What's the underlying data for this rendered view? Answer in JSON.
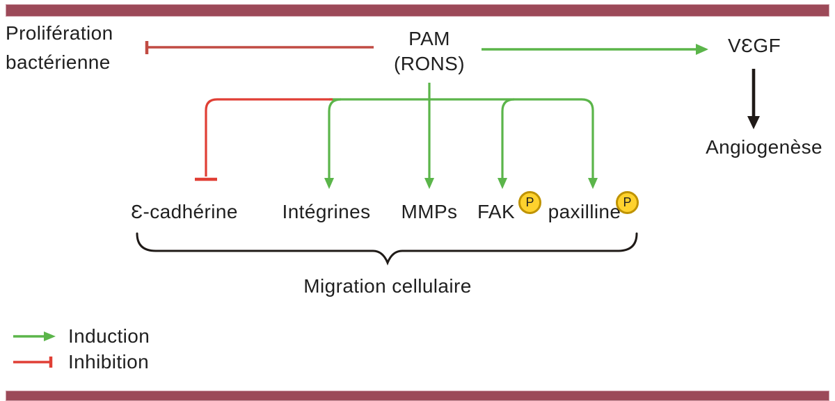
{
  "diagram": {
    "nodes": {
      "proliferation_line1": "Prolifération",
      "proliferation_line2": "bactérienne",
      "pam_line1": "PAM",
      "pam_line2": "(RONS)",
      "vegf": "VƐGF",
      "angiogenese": "Angiogenèse",
      "targets": [
        "Ɛ-cadhérine",
        "Intégrines",
        "MMPs",
        "FAK",
        "paxilline"
      ],
      "phospho_badge": "P",
      "migration": "Migration cellulaire"
    },
    "legend": [
      {
        "type": "induction",
        "label": "Induction"
      },
      {
        "type": "inhibition",
        "label": "Inhibition"
      }
    ],
    "edges": [
      {
        "from": "PAM (RONS)",
        "to": "Prolifération bactérienne",
        "type": "inhibition"
      },
      {
        "from": "PAM (RONS)",
        "to": "VƐGF",
        "type": "induction"
      },
      {
        "from": "VƐGF",
        "to": "Angiogenèse",
        "type": "activation"
      },
      {
        "from": "PAM (RONS)",
        "to": "Ɛ-cadhérine",
        "type": "inhibition"
      },
      {
        "from": "PAM (RONS)",
        "to": "Intégrines",
        "type": "induction"
      },
      {
        "from": "PAM (RONS)",
        "to": "MMPs",
        "type": "induction"
      },
      {
        "from": "PAM (RONS)",
        "to": "FAK",
        "type": "induction"
      },
      {
        "from": "PAM (RONS)",
        "to": "paxilline",
        "type": "induction"
      },
      {
        "group": [
          "Ɛ-cadhérine",
          "Intégrines",
          "MMPs",
          "FAK",
          "paxilline"
        ],
        "label": "Migration cellulaire",
        "type": "brace"
      }
    ],
    "colors": {
      "accent_bar": "#9C4A59",
      "induction_green": "#5BB54A",
      "inhibition_red": "#E03F35",
      "inhibition_red_dark": "#C14B43",
      "black": "#1F1A17",
      "phospho_fill": "#FFD22E",
      "phospho_ring": "#BF9300"
    }
  }
}
